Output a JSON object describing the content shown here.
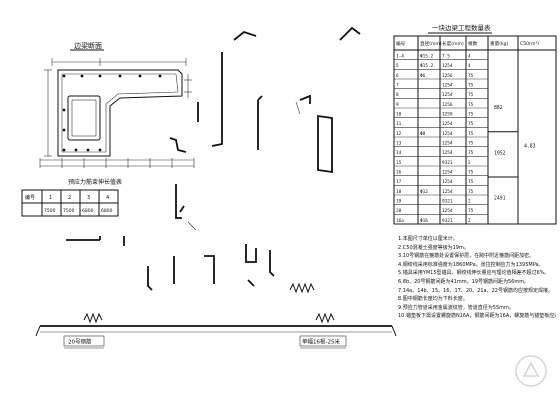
{
  "labels": {
    "section_title": "边梁断面",
    "drawing_title_left": "20号钢筋",
    "drawing_title_right": "单幅16根-25米"
  },
  "table_small": {
    "title": "预应力筋束伸长值表",
    "header": [
      "编号",
      "1",
      "2",
      "3",
      "4"
    ],
    "row": [
      "",
      "7500",
      "7500",
      "6800",
      "6800"
    ]
  },
  "table_main": {
    "title": "一块边梁工程数量表",
    "headers": [
      "编号",
      "直径(mm)",
      "长度(mm)",
      "根数",
      "重量(kg)",
      "C50(m³)"
    ],
    "rows": [
      [
        "1-4",
        "Φ15.2",
        "7.5",
        "4",
        "",
        ""
      ],
      [
        "5",
        "Φ15.2",
        "1254",
        "4",
        "",
        ""
      ],
      [
        "6",
        "Φ6",
        "1256",
        "75",
        "",
        ""
      ],
      [
        "7",
        "",
        "1254",
        "75",
        "",
        ""
      ],
      [
        "8",
        "",
        "1254",
        "75",
        "",
        ""
      ],
      [
        "9",
        "",
        "1256",
        "75",
        "",
        ""
      ],
      [
        "10",
        "",
        "1259",
        "75",
        "",
        ""
      ],
      [
        "11",
        "",
        "1254",
        "75",
        "",
        ""
      ],
      [
        "12",
        "Φ8",
        "1254",
        "75",
        "",
        ""
      ],
      [
        "13",
        "",
        "1254",
        "75",
        "",
        ""
      ],
      [
        "14",
        "",
        "1254",
        "75",
        "",
        ""
      ],
      [
        "15",
        "",
        "9321",
        "2",
        "",
        ""
      ],
      [
        "16",
        "",
        "1254",
        "75",
        "",
        ""
      ],
      [
        "17",
        "",
        "1254",
        "75",
        "",
        ""
      ],
      [
        "18",
        "Φ12",
        "1254",
        "75",
        "",
        ""
      ],
      [
        "19",
        "",
        "9321",
        "2",
        "",
        ""
      ],
      [
        "20",
        "",
        "1254",
        "75",
        "",
        ""
      ],
      [
        "16a",
        "Φ16",
        "9321",
        "2",
        "",
        ""
      ]
    ],
    "merged_values": [
      "882",
      "1052",
      "2491",
      "4.83"
    ]
  },
  "notes": [
    "1.本图尺寸单位以厘米计。",
    "2.C50混凝土强度等级为19m。",
    "3.10号钢筋在箍筋处设置保护层，在跨中附近箍筋间距加密。",
    "4.钢绞线采用标准强度为1860MPa，张拉控制应力为1395MPa。",
    "5.锚具采用YM15型锚具，钢绞线伸长量应与理论值相差不超过6%。",
    "6.8b、20号钢筋间距为41mm，19号钢筋间距为56mm。",
    "7.14a、14b、15、16、17、20、21a、22号钢筋均应按规定焊接。",
    "8.图中钢筋长度均为下料长度。",
    "9.预应力管道采用金属波纹管，管道直径为55mm。",
    "10.锚垫板下需设置螺旋筋N16A，钢筋间距为16A，螺旋筋与锚垫板应连接牢固。"
  ]
}
